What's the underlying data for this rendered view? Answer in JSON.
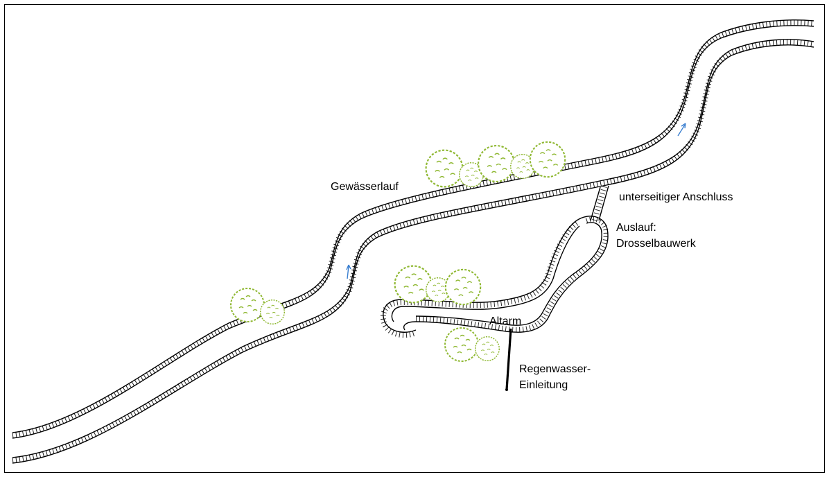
{
  "labels": {
    "river": "Gewässerlauf",
    "connection": "unterseitiger Anschluss",
    "outlet_line1": "Auslauf:",
    "outlet_line2": "Drosselbauwerk",
    "oxbow": "Altarm",
    "inflow_line1": "Regenwasser-",
    "inflow_line2": "Einleitung"
  },
  "colors": {
    "line": "#000000",
    "tree": "#8fb832",
    "tree_light": "#b7d46a",
    "flow_arrow": "#3a7fd0"
  },
  "icons": {
    "tree": "tree-icon",
    "flow": "flow-arrow-icon"
  }
}
